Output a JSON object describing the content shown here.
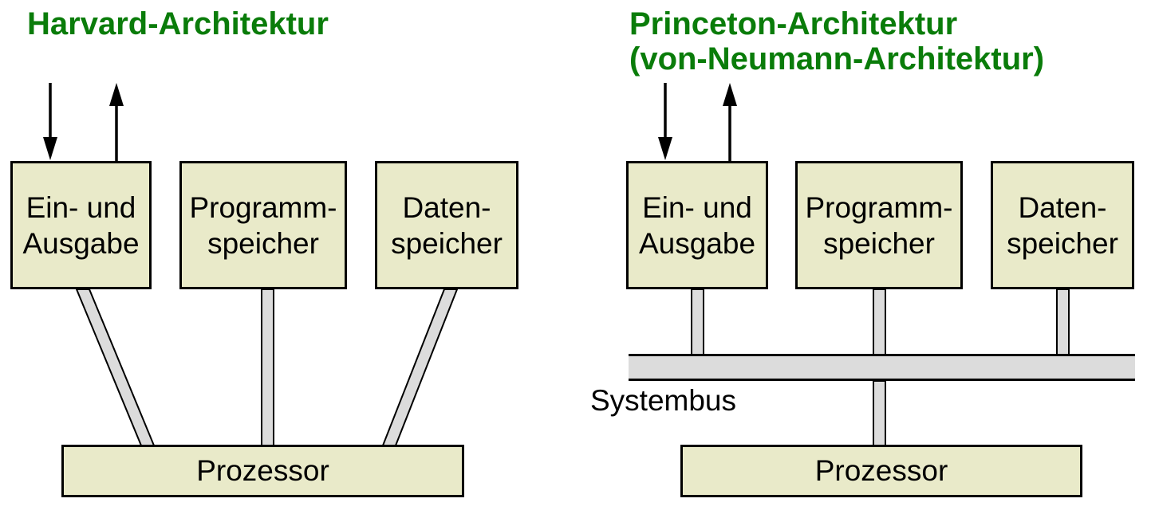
{
  "colors": {
    "accent_green": "#0a7c0a",
    "box_fill": "#e9eac9",
    "bus_fill": "#dcdcdc",
    "line_black": "#000000",
    "background": "#ffffff"
  },
  "harvard": {
    "title": "Harvard-Architektur",
    "boxes": [
      {
        "label": "Ein- und\nAusgabe"
      },
      {
        "label": "Programm-\nspeicher"
      },
      {
        "label": "Daten-\nspeicher"
      }
    ],
    "processor_label": "Prozessor"
  },
  "princeton": {
    "title_line1": "Princeton-Architektur",
    "title_line2": "(von-Neumann-Architektur)",
    "boxes": [
      {
        "label": "Ein- und\nAusgabe"
      },
      {
        "label": "Programm-\nspeicher"
      },
      {
        "label": "Daten-\nspeicher"
      }
    ],
    "bus_label": "Systembus",
    "processor_label": "Prozessor"
  }
}
